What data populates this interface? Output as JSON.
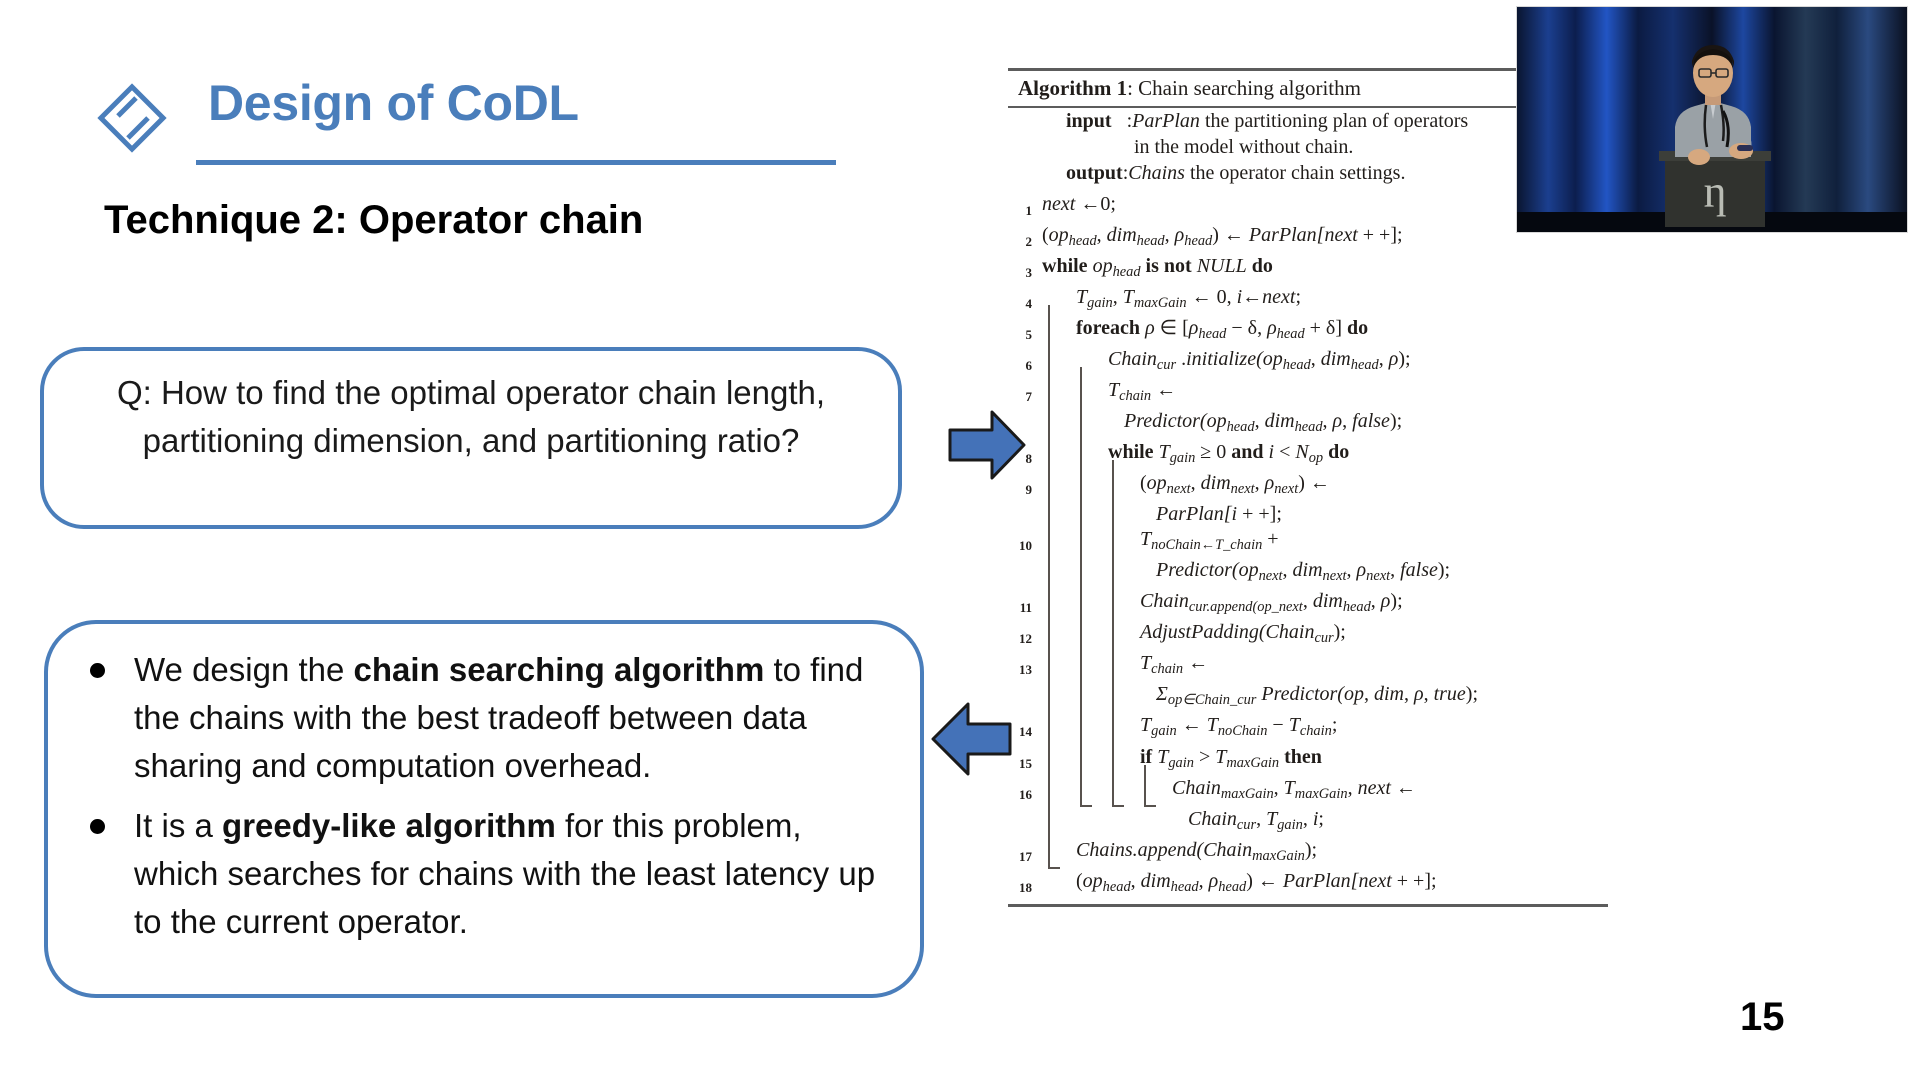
{
  "slide": {
    "title": "Design of CoDL",
    "subtitle": "Technique 2: Operator chain",
    "page_number": "15",
    "accent_color": "#4a7ebb",
    "title_color": "#4a7ebb"
  },
  "question_box": {
    "text": "Q: How to find the optimal operator chain length, partitioning dimension, and partitioning ratio?"
  },
  "bullets": [
    {
      "parts": [
        {
          "text": "We design the ",
          "bold": false
        },
        {
          "text": "chain searching algorithm",
          "bold": true
        },
        {
          "text": " to find the chains with the best tradeoff between data sharing and computation overhead.",
          "bold": false
        }
      ]
    },
    {
      "parts": [
        {
          "text": "It is a ",
          "bold": false
        },
        {
          "text": "greedy-like algorithm",
          "bold": true
        },
        {
          "text": " for this problem, which searches for chains with the least latency up to the current operator.",
          "bold": false
        }
      ]
    }
  ],
  "arrows": {
    "right_arrow_name": "arrow-right-icon",
    "left_arrow_name": "arrow-left-icon",
    "color": "#4472b8"
  },
  "algorithm": {
    "caption_label": "Algorithm 1",
    "caption_text": "Chain searching algorithm",
    "io": [
      {
        "label": "input",
        "sep": ":",
        "lines": [
          "ParPlan the partitioning plan of operators",
          "in the model without chain."
        ]
      },
      {
        "label": "output",
        "sep": ":",
        "lines": [
          "Chains the operator chain settings."
        ]
      }
    ],
    "lines": [
      {
        "n": "1",
        "indent": 0,
        "code": "next ←0;"
      },
      {
        "n": "2",
        "indent": 0,
        "code": "(op_head, dim_head, ρ_head) ← ParPlan[next + +];"
      },
      {
        "n": "3",
        "indent": 0,
        "code": "while op_head is not NULL do"
      },
      {
        "n": "4",
        "indent": 1,
        "code": "T_gain, T_maxGain ← 0, i←next;"
      },
      {
        "n": "5",
        "indent": 1,
        "code": "foreach ρ ∈ [ρ_head − δ, ρ_head + δ] do"
      },
      {
        "n": "6",
        "indent": 2,
        "code": "Chain_cur .initialize(op_head, dim_head, ρ);"
      },
      {
        "n": "7",
        "indent": 2,
        "code": "T_chain ←"
      },
      {
        "n": "",
        "indent": 2,
        "code": "Predictor(op_head, dim_head, ρ, false);",
        "wrap": true
      },
      {
        "n": "8",
        "indent": 2,
        "code": "while T_gain ≥ 0 and i < N_op do"
      },
      {
        "n": "9",
        "indent": 3,
        "code": "(op_next, dim_next, ρ_next) ←"
      },
      {
        "n": "",
        "indent": 3,
        "code": "ParPlan[i + +];",
        "wrap": true
      },
      {
        "n": "10",
        "indent": 3,
        "code": "T_noChain←T_chain +"
      },
      {
        "n": "",
        "indent": 3,
        "code": "Predictor(op_next, dim_next, ρ_next, false);",
        "wrap": true
      },
      {
        "n": "11",
        "indent": 3,
        "code": "Chain_cur.append(op_next, dim_head, ρ);"
      },
      {
        "n": "12",
        "indent": 3,
        "code": "AdjustPadding(Chain_cur);"
      },
      {
        "n": "13",
        "indent": 3,
        "code": "T_chain ←"
      },
      {
        "n": "",
        "indent": 3,
        "code": "Σ_op∈Chain_cur Predictor(op, dim, ρ, true);",
        "wrap": true
      },
      {
        "n": "14",
        "indent": 3,
        "code": "T_gain ← T_noChain − T_chain;"
      },
      {
        "n": "15",
        "indent": 3,
        "code": "if T_gain > T_maxGain then"
      },
      {
        "n": "16",
        "indent": 4,
        "code": "Chain_maxGain, T_maxGain, next ←"
      },
      {
        "n": "",
        "indent": 4,
        "code": "Chain_cur, T_gain, i;",
        "wrap": true
      },
      {
        "n": "17",
        "indent": 1,
        "code": "Chains.append(Chain_maxGain);"
      },
      {
        "n": "18",
        "indent": 1,
        "code": "(op_head, dim_head, ρ_head) ← ParPlan[next + +];"
      }
    ]
  },
  "speaker_video": {
    "description": "presenter at podium with blue stage curtains",
    "icon_name": "speaker-video-thumbnail"
  }
}
